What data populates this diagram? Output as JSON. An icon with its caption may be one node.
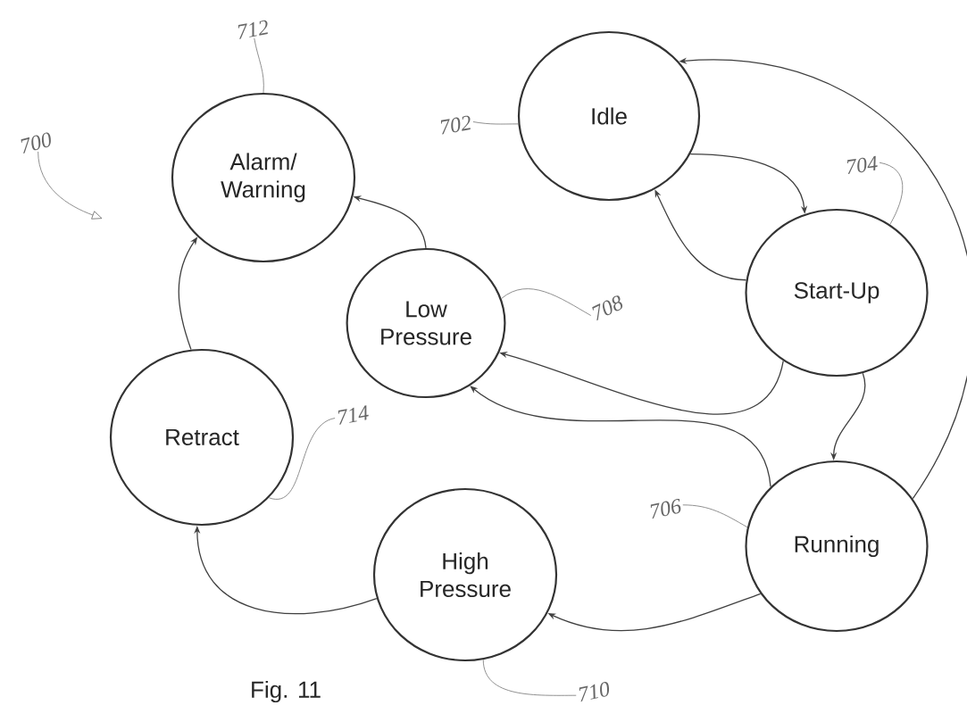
{
  "diagram": {
    "caption": "Fig. 11",
    "nodes": [
      {
        "text": [
          "Alarm/ Warning"
        ]
      },
      {
        "text": [
          "Idle"
        ]
      },
      {
        "text": [
          "Start-Up"
        ]
      },
      {
        "text": [
          "Low Pressure"
        ]
      },
      {
        "text": [
          "Retract"
        ]
      },
      {
        "text": [
          "Running"
        ]
      },
      {
        "text": [
          "High Pressure"
        ]
      },
      {
        "text": [
          "712"
        ]
      },
      {
        "text": [
          "702"
        ]
      },
      {
        "text": [
          "704"
        ]
      },
      {
        "text": [
          "708"
        ]
      },
      {
        "text": [
          "714"
        ]
      },
      {
        "text": [
          "706"
        ]
      },
      {
        "text": [
          "710"
        ]
      },
      {
        "text": [
          "700"
        ]
      }
    ],
    "edges": [
      {
        "from": 1,
        "to": 2,
        "arrow": "to"
      },
      {
        "from": 2,
        "to": 1,
        "arrow": "to"
      },
      {
        "from": 5,
        "to": 1,
        "arrow": "to"
      },
      {
        "from": 2,
        "to": 3,
        "arrow": "to"
      },
      {
        "from": 2,
        "to": 5,
        "arrow": "to"
      },
      {
        "from": 5,
        "to": 3,
        "arrow": "to"
      },
      {
        "from": 5,
        "to": 6,
        "arrow": "to"
      },
      {
        "from": 6,
        "to": 4,
        "arrow": "to"
      },
      {
        "from": 4,
        "to": 0,
        "arrow": "to"
      },
      {
        "from": 3,
        "to": 0,
        "arrow": "to"
      },
      {
        "from": 7,
        "to": 0,
        "arrow": "none"
      },
      {
        "from": 8,
        "to": 1,
        "arrow": "none"
      },
      {
        "from": 9,
        "to": 2,
        "arrow": "none"
      },
      {
        "from": 10,
        "to": 3,
        "arrow": "none"
      },
      {
        "from": 11,
        "to": 4,
        "arrow": "none"
      },
      {
        "from": 12,
        "to": 5,
        "arrow": "none"
      },
      {
        "from": 13,
        "to": 6,
        "arrow": "none"
      },
      {
        "from": 14,
        "to": null,
        "arrow": "to"
      }
    ]
  }
}
